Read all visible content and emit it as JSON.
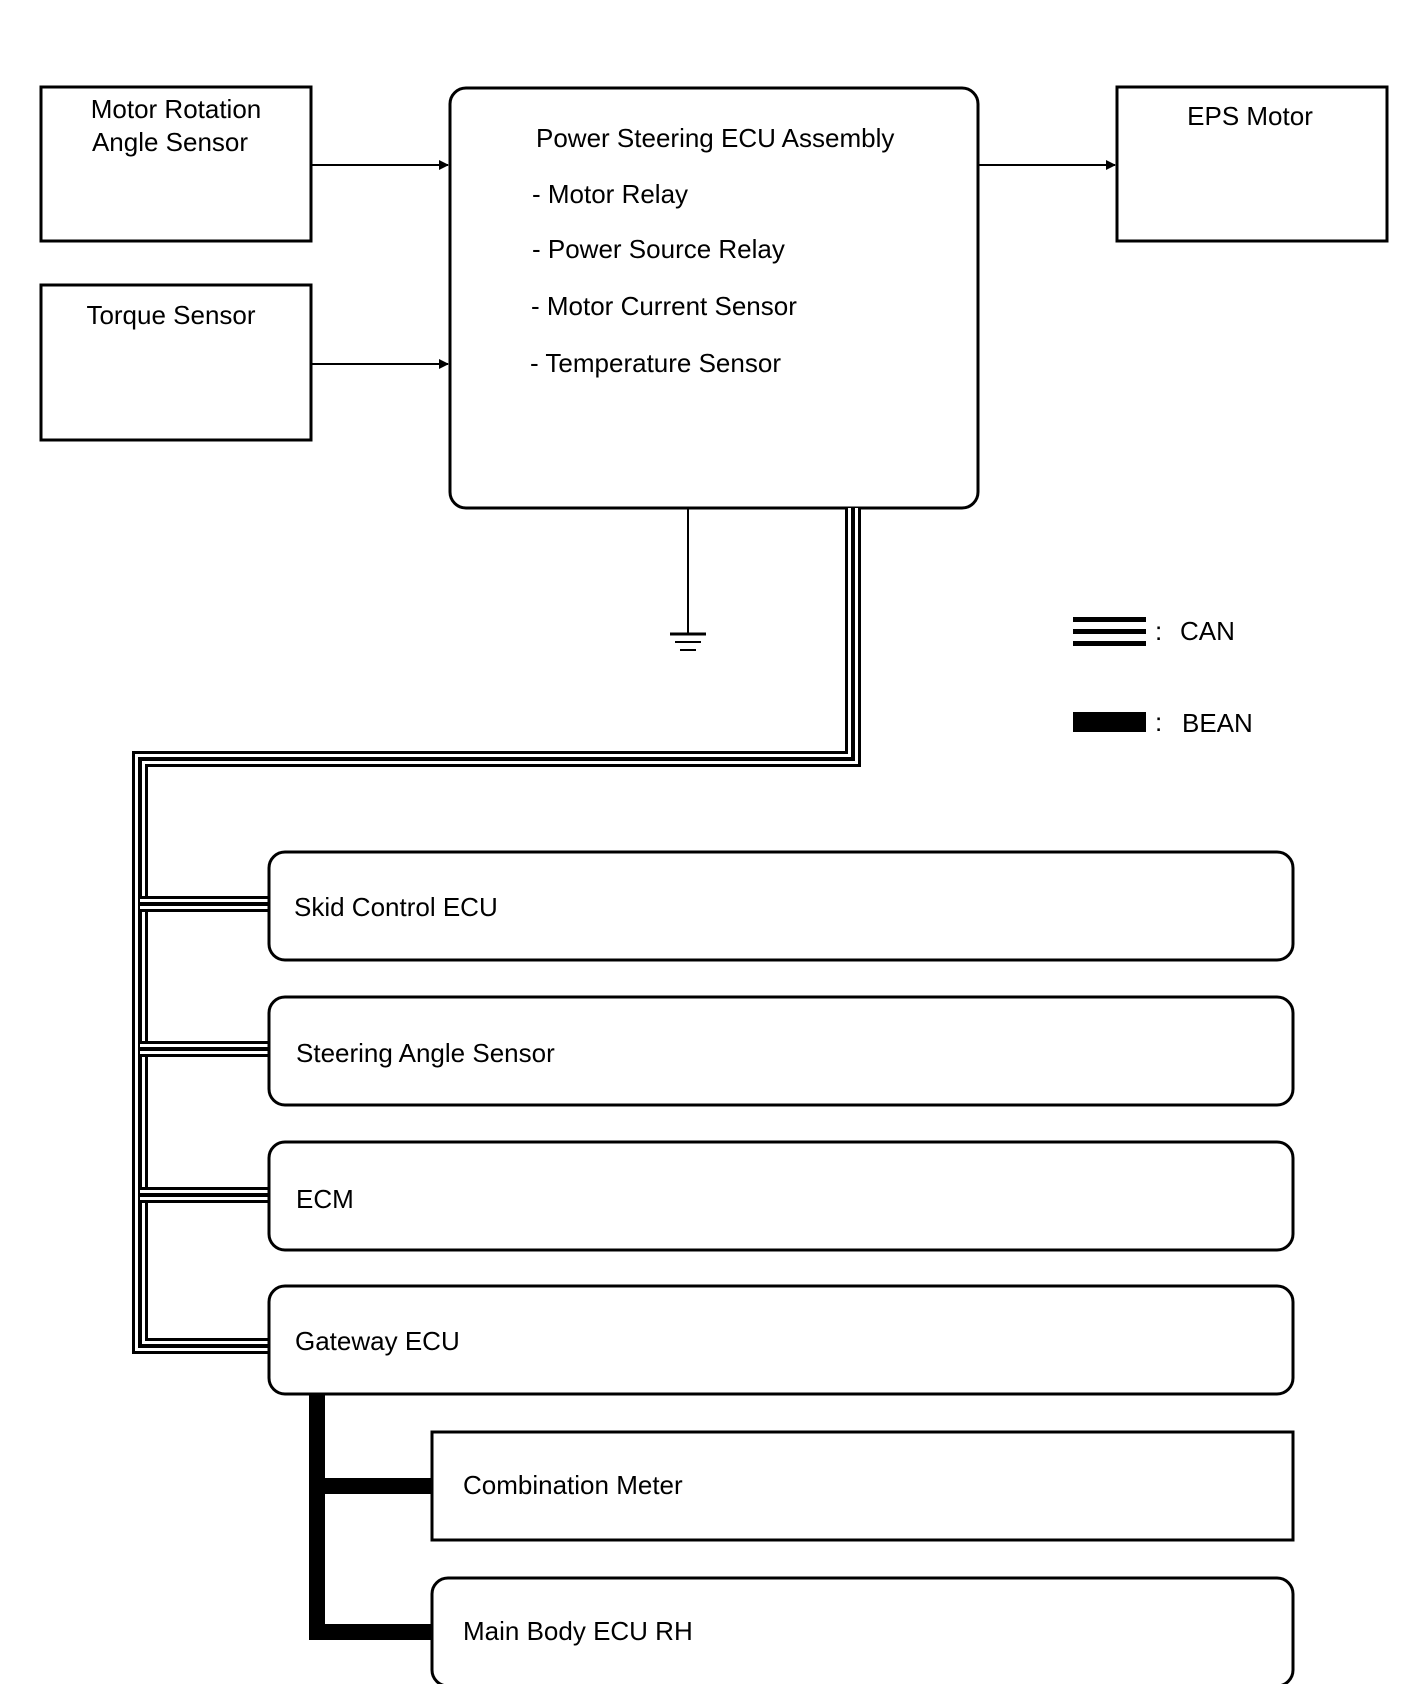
{
  "inputs": {
    "motor_rotation_sensor_line1": "Motor Rotation",
    "motor_rotation_sensor_line2": "Angle Sensor",
    "torque_sensor": "Torque Sensor"
  },
  "ecu": {
    "title": "Power Steering ECU Assembly",
    "components": [
      "- Motor Relay",
      "- Power Source Relay",
      "- Motor Current Sensor",
      "- Temperature Sensor"
    ]
  },
  "output": {
    "eps_motor": "EPS Motor"
  },
  "legend": {
    "can": "CAN",
    "bean": "BEAN",
    "separator": ":"
  },
  "can_nodes": [
    "Skid Control ECU",
    "Steering Angle Sensor",
    "ECM",
    "Gateway ECU"
  ],
  "bean_nodes": [
    "Combination Meter",
    "Main Body ECU RH"
  ]
}
